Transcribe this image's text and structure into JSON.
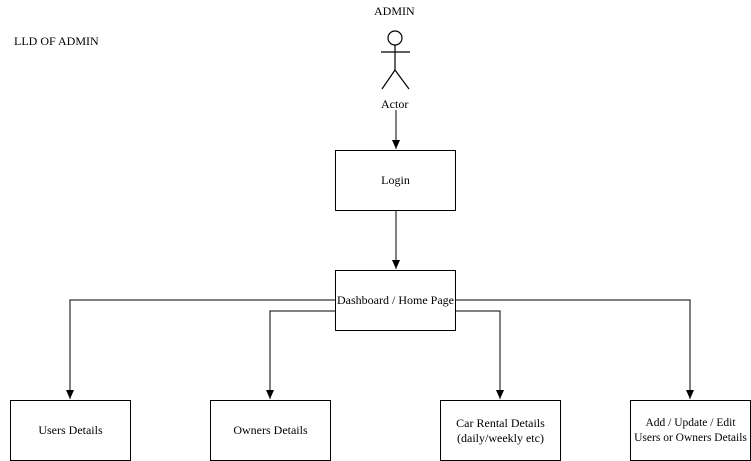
{
  "diagram": {
    "title": "LLD OF  ADMIN",
    "actor": {
      "name": "ADMIN",
      "caption": "Actor"
    },
    "nodes": {
      "login": "Login",
      "dashboard": "Dashboard / Home Page",
      "users": "Users Details",
      "owners": "Owners Details",
      "rental": "Car Rental Details\n(daily/weekly etc)",
      "manage": "Add / Update / Edit\nUsers or Owners Details"
    },
    "edges": [
      {
        "from": "actor",
        "to": "login"
      },
      {
        "from": "login",
        "to": "dashboard"
      },
      {
        "from": "dashboard",
        "to": "users"
      },
      {
        "from": "dashboard",
        "to": "owners"
      },
      {
        "from": "dashboard",
        "to": "rental"
      },
      {
        "from": "dashboard",
        "to": "manage"
      }
    ],
    "colors": {
      "stroke": "#000000",
      "fill": "#ffffff"
    }
  }
}
